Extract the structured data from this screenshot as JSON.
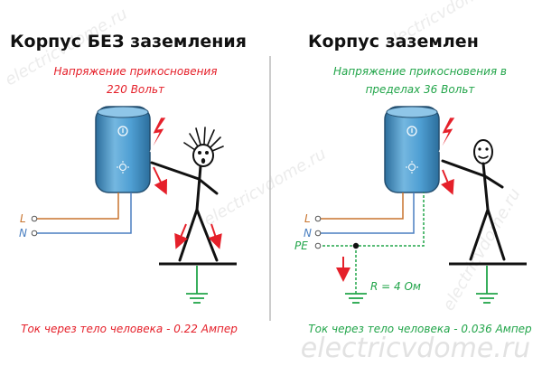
{
  "left_panel": {
    "title": "Корпус БЕЗ заземления",
    "voltage_line1": "Напряжение прикосновения",
    "voltage_line2": "220 Вольт",
    "current": "Ток через тело человека - 0.22 Ампер",
    "terminals": [
      "L",
      "N"
    ]
  },
  "right_panel": {
    "title": "Корпус заземлен",
    "voltage_line1": "Напряжение прикосновения в",
    "voltage_line2": "пределах 36 Вольт",
    "current": "Ток через тело человека - 0.036 Ампер",
    "terminals": [
      "L",
      "N",
      "PE"
    ],
    "resistance": "R = 4 Ом"
  },
  "watermark": {
    "main": "electricvdome.ru",
    "diagonal": "electricvdome.ru"
  },
  "colors": {
    "danger": "#e5202a",
    "safe": "#22a54a",
    "phase_wire": "#c8742e",
    "neutral_wire": "#4a7fc1",
    "tank": "#3d8fc4",
    "tank_light": "#74b7e0",
    "tank_dark": "#2c6e9c"
  },
  "icons": [
    "water-heater-icon",
    "lightning-bolt-icon",
    "ground-symbol-icon",
    "stick-figure-icon"
  ]
}
